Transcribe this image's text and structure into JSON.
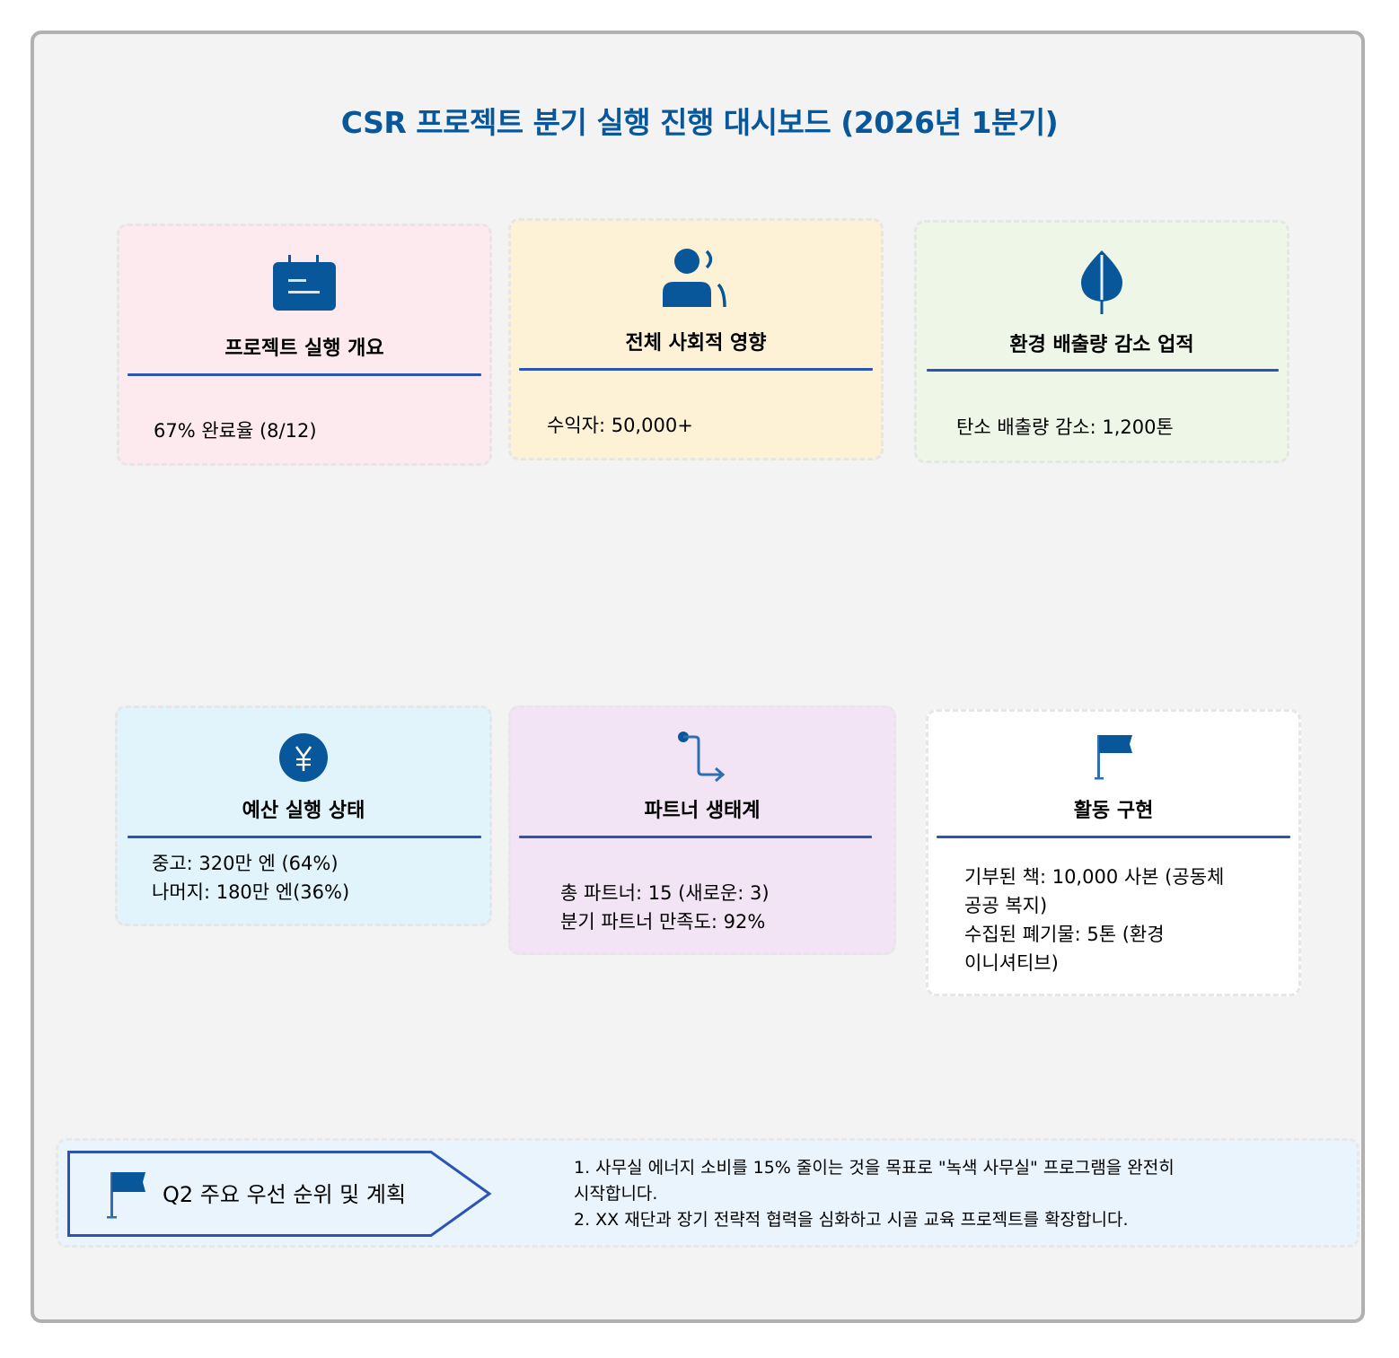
{
  "title": "CSR 프로젝트 분기 실행 진행 대시보드 (2026년 1분기)",
  "colors": {
    "accent": "#08579b",
    "separator": "#2c54b4",
    "frame_border": "#b0b0b0",
    "background": "#f3f3f3"
  },
  "cards": [
    {
      "id": "project-overview",
      "icon": "calendar-icon",
      "title": "프로젝트 실행 개요",
      "background": "#fdeaee",
      "lines": [
        "67% 완료율 (8/12)"
      ]
    },
    {
      "id": "social-impact",
      "icon": "person-voice-icon",
      "title": "전체 사회적 영향",
      "background": "#fdf2d6",
      "lines": [
        "수익자: 50,000+"
      ]
    },
    {
      "id": "emission-reduction",
      "icon": "leaf-icon",
      "title": "환경 배출량 감소 업적",
      "background": "#eef6e7",
      "lines": [
        "탄소 배출량 감소: 1,200톤"
      ]
    },
    {
      "id": "budget-status",
      "icon": "yen-icon",
      "title": "예산 실행 상태",
      "background": "#e1f4fb",
      "lines": [
        "중고: 320만 엔 (64%)",
        "나머지: 180만 엔(36%)"
      ]
    },
    {
      "id": "partner-ecosystem",
      "icon": "route-arrow-icon",
      "title": "파트너 생태계",
      "background": "#f2e4f5",
      "lines": [
        "총 파트너: 15 (새로운: 3)",
        "분기 파트너 만족도: 92%"
      ]
    },
    {
      "id": "activity-implementation",
      "icon": "flag-icon",
      "title": "활동 구현",
      "background": "#ffffff",
      "lines": [
        "기부된 책: 10,000 사본 (공동체",
        "공공 복지)",
        "수집된 폐기물: 5톤 (환경",
        "이니셔티브)"
      ]
    }
  ],
  "priorities": {
    "icon": "flag-icon",
    "label": "Q2 주요 우선 순위 및 계획",
    "items": [
      "1. 사무실 에너지 소비를 15% 줄이는 것을 목표로 \"녹색 사무실\" 프로그램을 완전히",
      "시작합니다.",
      "2. XX 재단과 장기 전략적 협력을 심화하고 시골 교육 프로젝트를 확장합니다."
    ]
  }
}
